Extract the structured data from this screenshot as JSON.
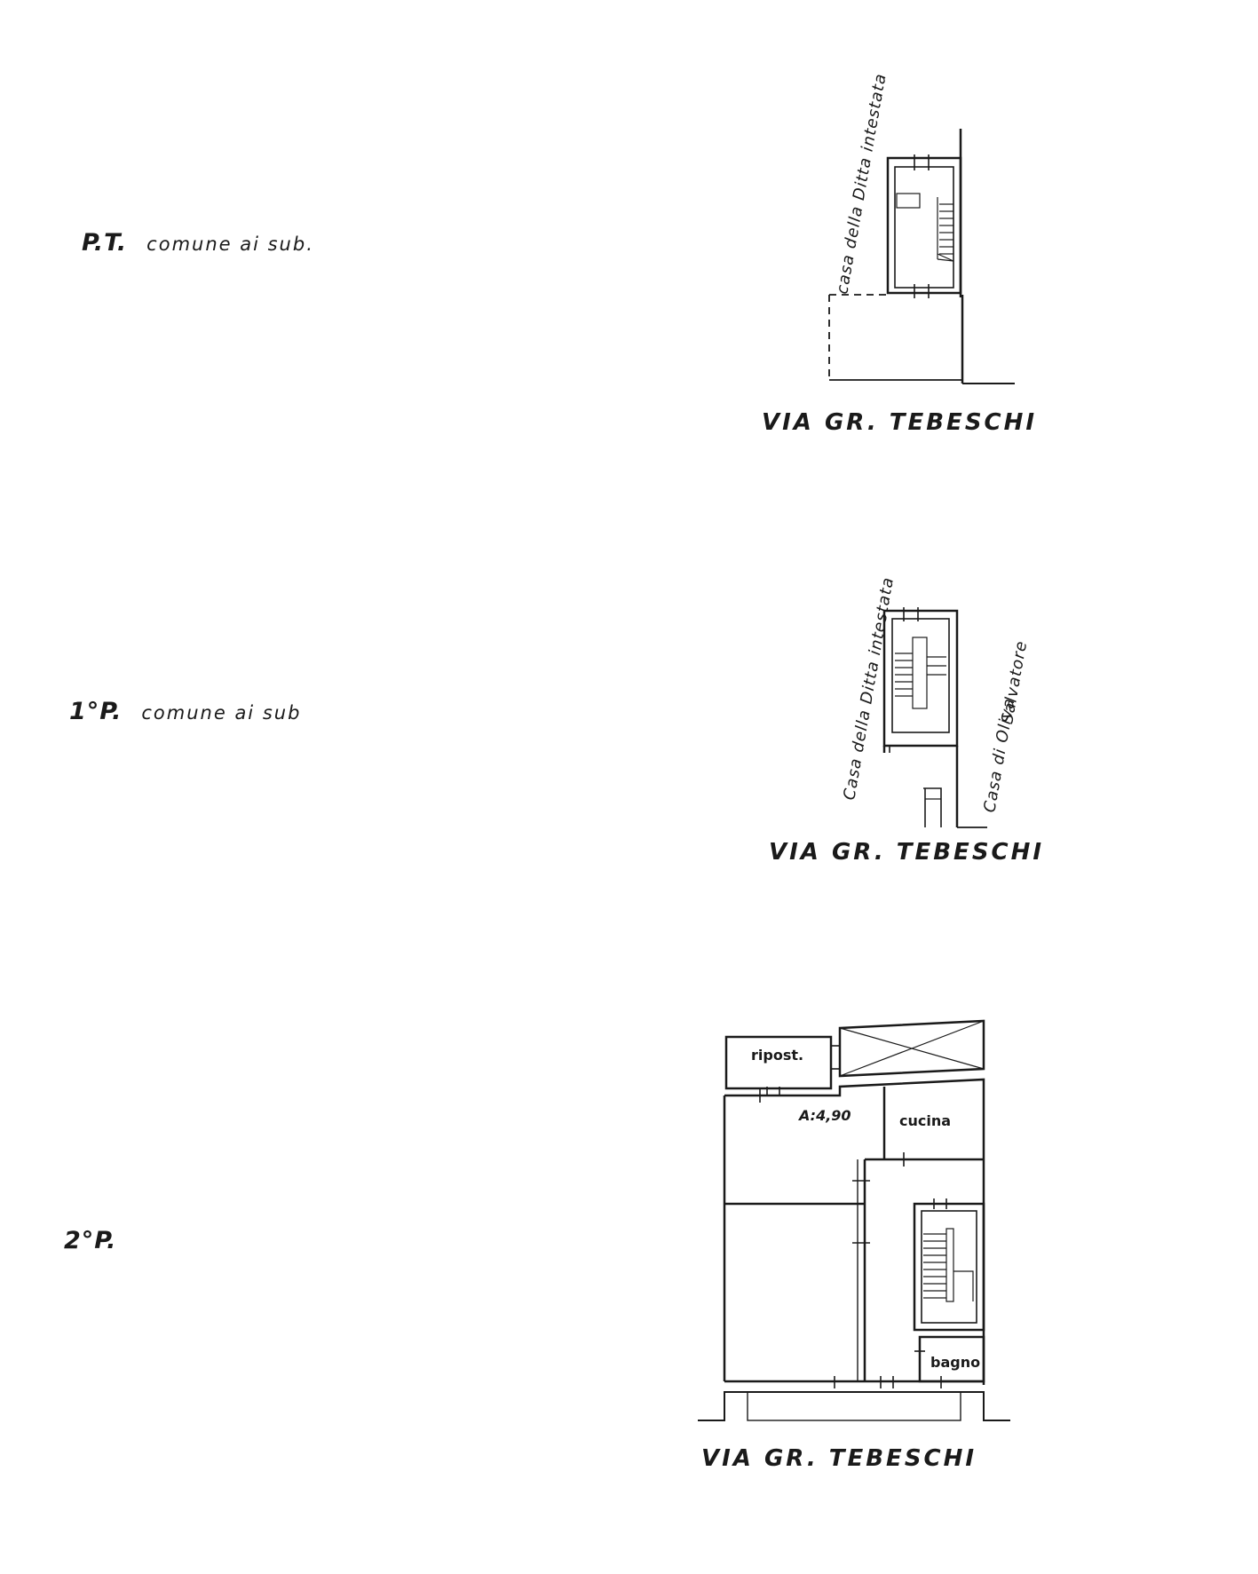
{
  "floors": {
    "ground": {
      "level": "P.T.",
      "desc": "comune ai sub."
    },
    "first": {
      "level": "1°P.",
      "desc": "comune ai sub"
    },
    "second": {
      "level": "2°P."
    }
  },
  "plans": {
    "ground": {
      "neighbor_left": "casa della Ditta intestata",
      "street": "VIA GR. TEBESCHI"
    },
    "first": {
      "neighbor_left": "Casa della Ditta intestata",
      "neighbor_right_1": "Casa di Oliva",
      "neighbor_right_2": "Salvatore",
      "street": "VIA GR. TEBESCHI"
    },
    "second": {
      "room_storage": "ripost.",
      "room_height": "A:4,90",
      "room_kitchen": "cucina",
      "room_bath": "bagno",
      "street": "VIA GR. TEBESCHI"
    }
  }
}
